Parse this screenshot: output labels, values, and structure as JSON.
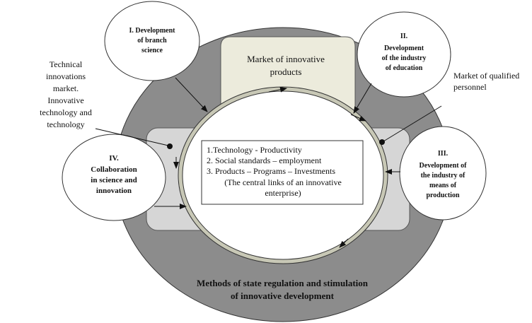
{
  "nodes": {
    "branch_science": {
      "lines": [
        "I. Development",
        "of branch",
        "science"
      ]
    },
    "education": {
      "lines": [
        "II.",
        "Development",
        "of the industry",
        "of education"
      ]
    },
    "production": {
      "lines": [
        "III.",
        "Development of",
        "the industry of",
        "means of",
        "production"
      ]
    },
    "collaboration": {
      "lines": [
        "IV.",
        "Collaboration",
        "in science and",
        "innovation"
      ]
    }
  },
  "labels": {
    "market_products": {
      "lines": [
        "Market of innovative",
        "products"
      ]
    },
    "technical_market": {
      "lines": [
        "Technical",
        "innovations",
        "market.",
        "Innovative",
        "technology and",
        "technology"
      ]
    },
    "qualified_personnel": {
      "lines": [
        "Market of qualified",
        "personnel"
      ]
    },
    "methods": {
      "lines": [
        "Methods of state regulation and stimulation",
        "of innovative development"
      ]
    }
  },
  "center": {
    "items": [
      "1.Technology - Productivity",
      "2. Social standards – employment",
      "3. Products – Programs – Investments"
    ],
    "note": [
      "(The central links of an innovative",
      "enterprise)"
    ]
  }
}
